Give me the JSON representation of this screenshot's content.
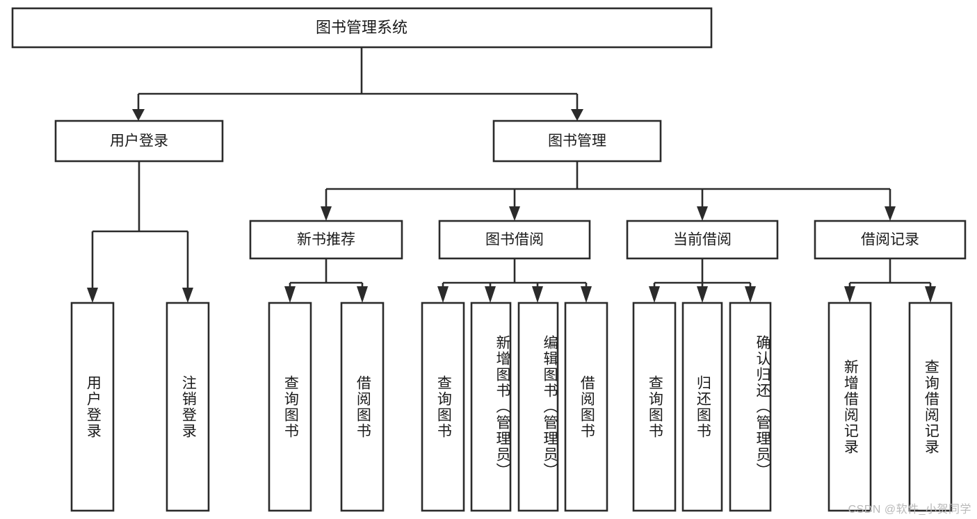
{
  "diagram": {
    "type": "tree",
    "title": "图书管理系统",
    "watermark": "CSDN @软件_小贺同学",
    "colors": {
      "stroke": "#2b2b2b",
      "fill": "#ffffff",
      "text": "#1a1a1a",
      "watermark": "#b9b9b9",
      "background": "#ffffff"
    },
    "root": {
      "label": "图书管理系统"
    },
    "level2": [
      {
        "label": "用户登录"
      },
      {
        "label": "图书管理"
      }
    ],
    "level3": [
      {
        "label": "新书推荐"
      },
      {
        "label": "图书借阅"
      },
      {
        "label": "当前借阅"
      },
      {
        "label": "借阅记录"
      }
    ],
    "leaves": {
      "user_login": [
        {
          "label": "用户登录"
        },
        {
          "label": "注销登录"
        }
      ],
      "new_book": [
        {
          "label": "查询图书"
        },
        {
          "label": "借阅图书"
        }
      ],
      "book_borrow": [
        {
          "label": "查询图书"
        },
        {
          "label": "新增图书（管理员）"
        },
        {
          "label": "编辑图书（管理员）"
        },
        {
          "label": "借阅图书"
        }
      ],
      "current_borrow": [
        {
          "label": "查询图书"
        },
        {
          "label": "归还图书"
        },
        {
          "label": "确认归还（管理员）"
        }
      ],
      "borrow_record": [
        {
          "label": "新增借阅记录"
        },
        {
          "label": "查询借阅记录"
        }
      ]
    }
  }
}
